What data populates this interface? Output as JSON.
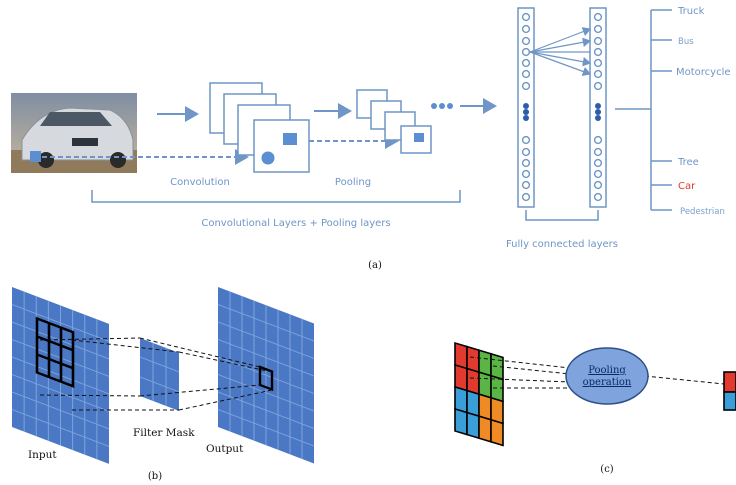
{
  "panel_a": {
    "caption": "(a)",
    "conv_label": "Convolution",
    "pool_label": "Pooling",
    "layers_label": "Convolutional Layers + Pooling layers",
    "fc_label": "Fully connected layers",
    "outputs": [
      {
        "label": "Truck",
        "color": "#6f96c6"
      },
      {
        "label": "Bus",
        "color": "#8fb0d6"
      },
      {
        "label": "Motorcycle",
        "color": "#6f96c6"
      },
      {
        "label": "Tree",
        "color": "#6f96c6"
      },
      {
        "label": "Car",
        "color": "#e23a2e"
      },
      {
        "label": "Pedestrian",
        "color": "#8fb0d6"
      }
    ]
  },
  "panel_b": {
    "caption": "(b)",
    "input_label": "Input",
    "filter_label": "Filter Mask",
    "output_label": "Output"
  },
  "panel_c": {
    "caption": "(c)",
    "pool_op_line1": "Pooling",
    "pool_op_line2": "operation"
  },
  "colors": {
    "accent": "#6f96c6",
    "grid_blue": "#4a78c4",
    "pool_red": "#e23a2e",
    "pool_green": "#5ab546",
    "pool_blue": "#3a9fd8",
    "pool_orange": "#f08a24"
  }
}
